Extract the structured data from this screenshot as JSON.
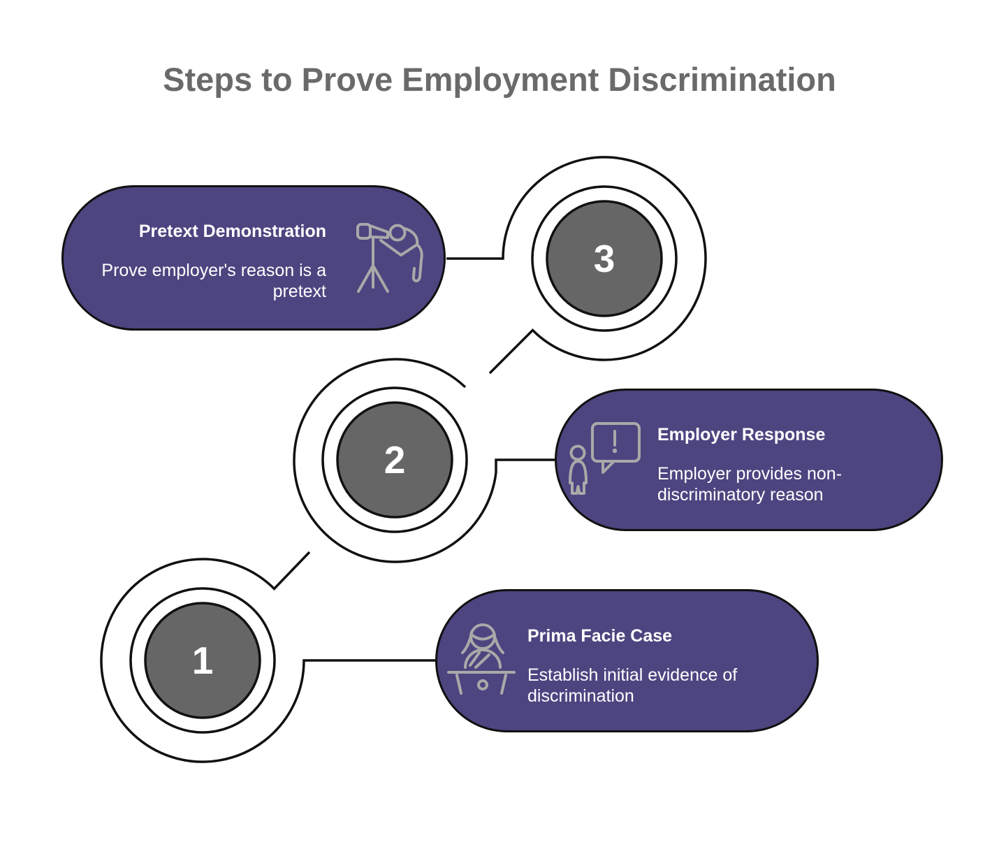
{
  "title": "Steps to Prove Employment Discrimination",
  "steps": [
    {
      "number": "1",
      "title": "Prima Facie Case",
      "description": "Establish initial evidence of discrimination",
      "icon": "lectern-speaker-icon"
    },
    {
      "number": "2",
      "title": "Employer Response",
      "description": "Employer provides non-discriminatory reason",
      "icon": "person-speech-bubble-icon"
    },
    {
      "number": "3",
      "title": "Pretext Demonstration",
      "description": "Prove employer's reason is a pretext",
      "icon": "telescope-observer-icon"
    }
  ],
  "colors": {
    "capsule_purple": "#4d4580",
    "outline_black": "#111111",
    "circle_gray": "#666666",
    "icon_gray": "#a9a9a9",
    "title_gray": "#6a6a6c",
    "text_white": "#ffffff"
  }
}
